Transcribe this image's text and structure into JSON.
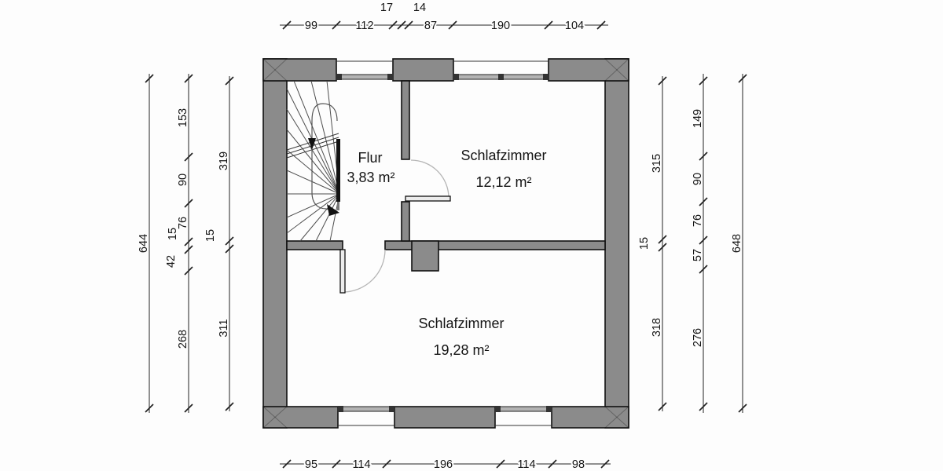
{
  "rooms": [
    {
      "name": "Flur",
      "area": "3,83 m²"
    },
    {
      "name": "Schlafzimmer",
      "area": "12,12 m²"
    },
    {
      "name": "Schlafzimmer",
      "area": "19,28 m²"
    }
  ],
  "dims": {
    "top": [
      "99",
      "112",
      "17",
      "14",
      "87",
      "190",
      "104"
    ],
    "bottom": [
      "95",
      "114",
      "196",
      "114",
      "98"
    ],
    "left_outer": [
      "644"
    ],
    "left_middle": [
      "153",
      "90",
      "76",
      "15",
      "42",
      "268"
    ],
    "left_inner": [
      "319",
      "15",
      "311"
    ],
    "right_inner": [
      "315",
      "15",
      "318"
    ],
    "right_middle": [
      "149",
      "90",
      "76",
      "57",
      "276"
    ],
    "right_outer": [
      "648"
    ]
  },
  "colors": {
    "wall_fill": "#8b8b8b",
    "wall_outline": "#111111",
    "dimension_line": "#222222",
    "text": "#141414"
  }
}
